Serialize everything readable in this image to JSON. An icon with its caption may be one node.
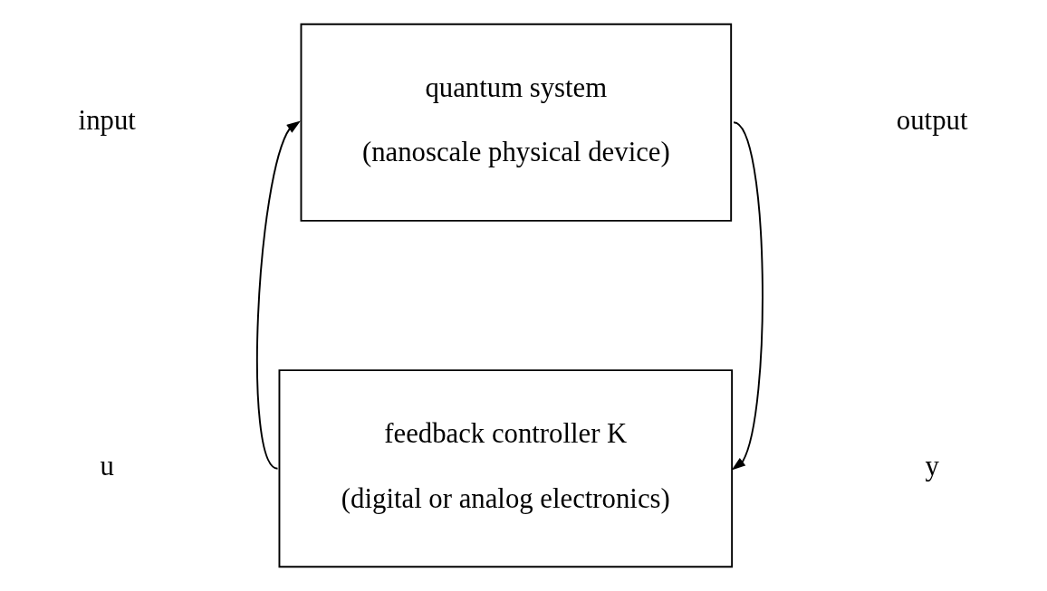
{
  "diagram": {
    "nodes": [
      {
        "text": [
          "quantum system",
          "(nanoscale physical device)"
        ]
      },
      {
        "text": [
          "feedback controller K",
          "(digital or analog electronics)"
        ]
      }
    ],
    "edges": [
      {
        "from": 0,
        "to": 1,
        "arrow": "to"
      },
      {
        "from": 1,
        "to": 0,
        "arrow": "to"
      }
    ],
    "labels": [
      "input",
      "u",
      "output",
      "y"
    ]
  }
}
